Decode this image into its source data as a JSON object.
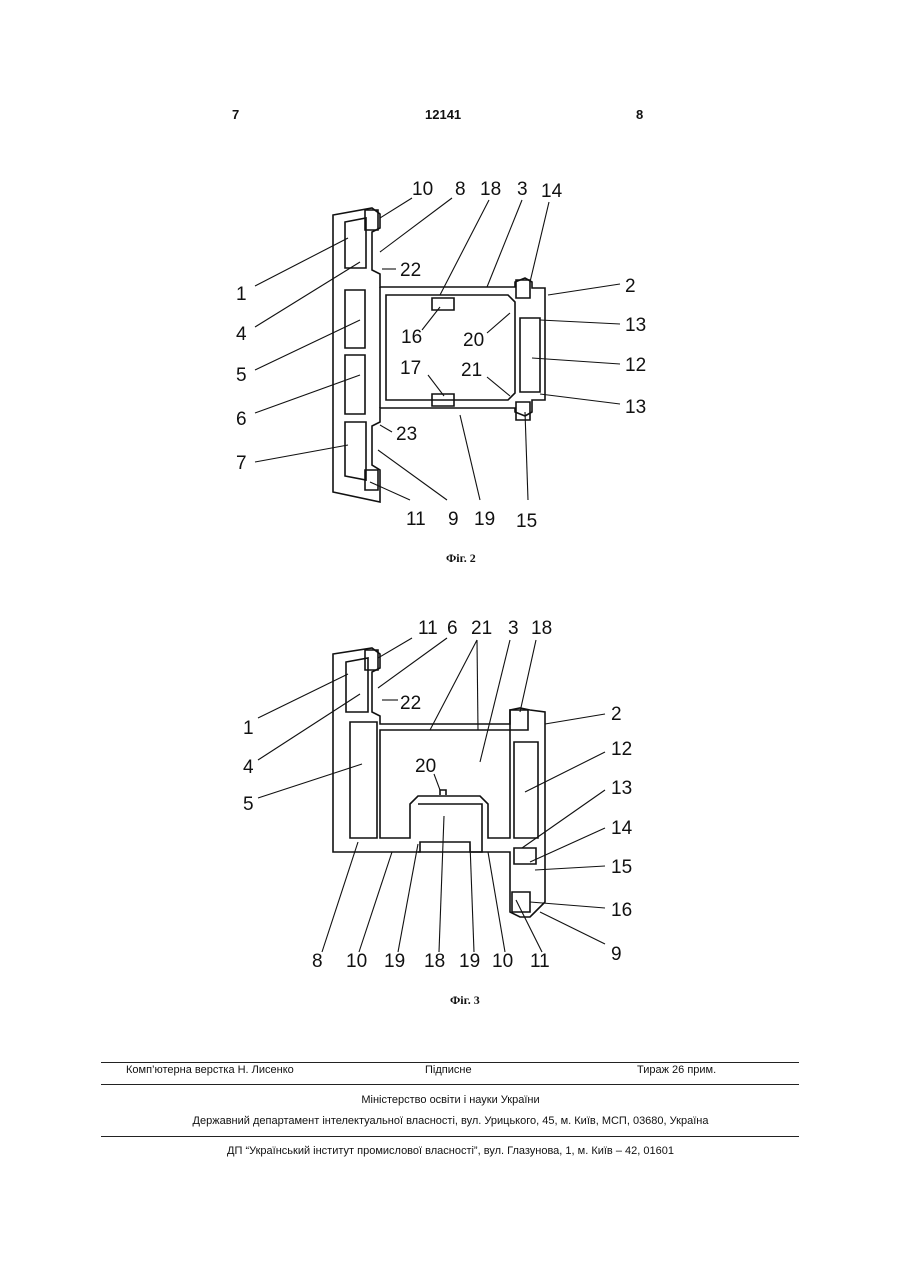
{
  "header": {
    "page_left": "7",
    "patent_number": "12141",
    "page_right": "8"
  },
  "fig2": {
    "caption": "Фіг. 2",
    "labels": [
      "10",
      "8",
      "18",
      "3",
      "14",
      "1",
      "22",
      "2",
      "4",
      "16",
      "20",
      "13",
      "5",
      "12",
      "17",
      "21",
      "6",
      "13",
      "23",
      "7",
      "11",
      "9",
      "19",
      "15"
    ]
  },
  "fig3": {
    "caption": "Фіг. 3",
    "labels": [
      "11",
      "6",
      "21",
      "3",
      "18",
      "1",
      "22",
      "2",
      "4",
      "12",
      "20",
      "5",
      "13",
      "14",
      "15",
      "16",
      "9",
      "8",
      "10",
      "19",
      "18",
      "19",
      "10",
      "11"
    ]
  },
  "footer": {
    "layout": "Комп’ютерна верстка Н. Лисенко",
    "signed": "Підписне",
    "circulation": "Тираж 26 прим.",
    "ministry": "Міністерство освіти і науки України",
    "department": "Державний департамент інтелектуальної власності, вул. Урицького, 45, м. Київ, МСП, 03680, Україна",
    "institute": "ДП “Український інститут промислової власності”, вул. Глазунова, 1, м. Київ – 42, 01601"
  }
}
